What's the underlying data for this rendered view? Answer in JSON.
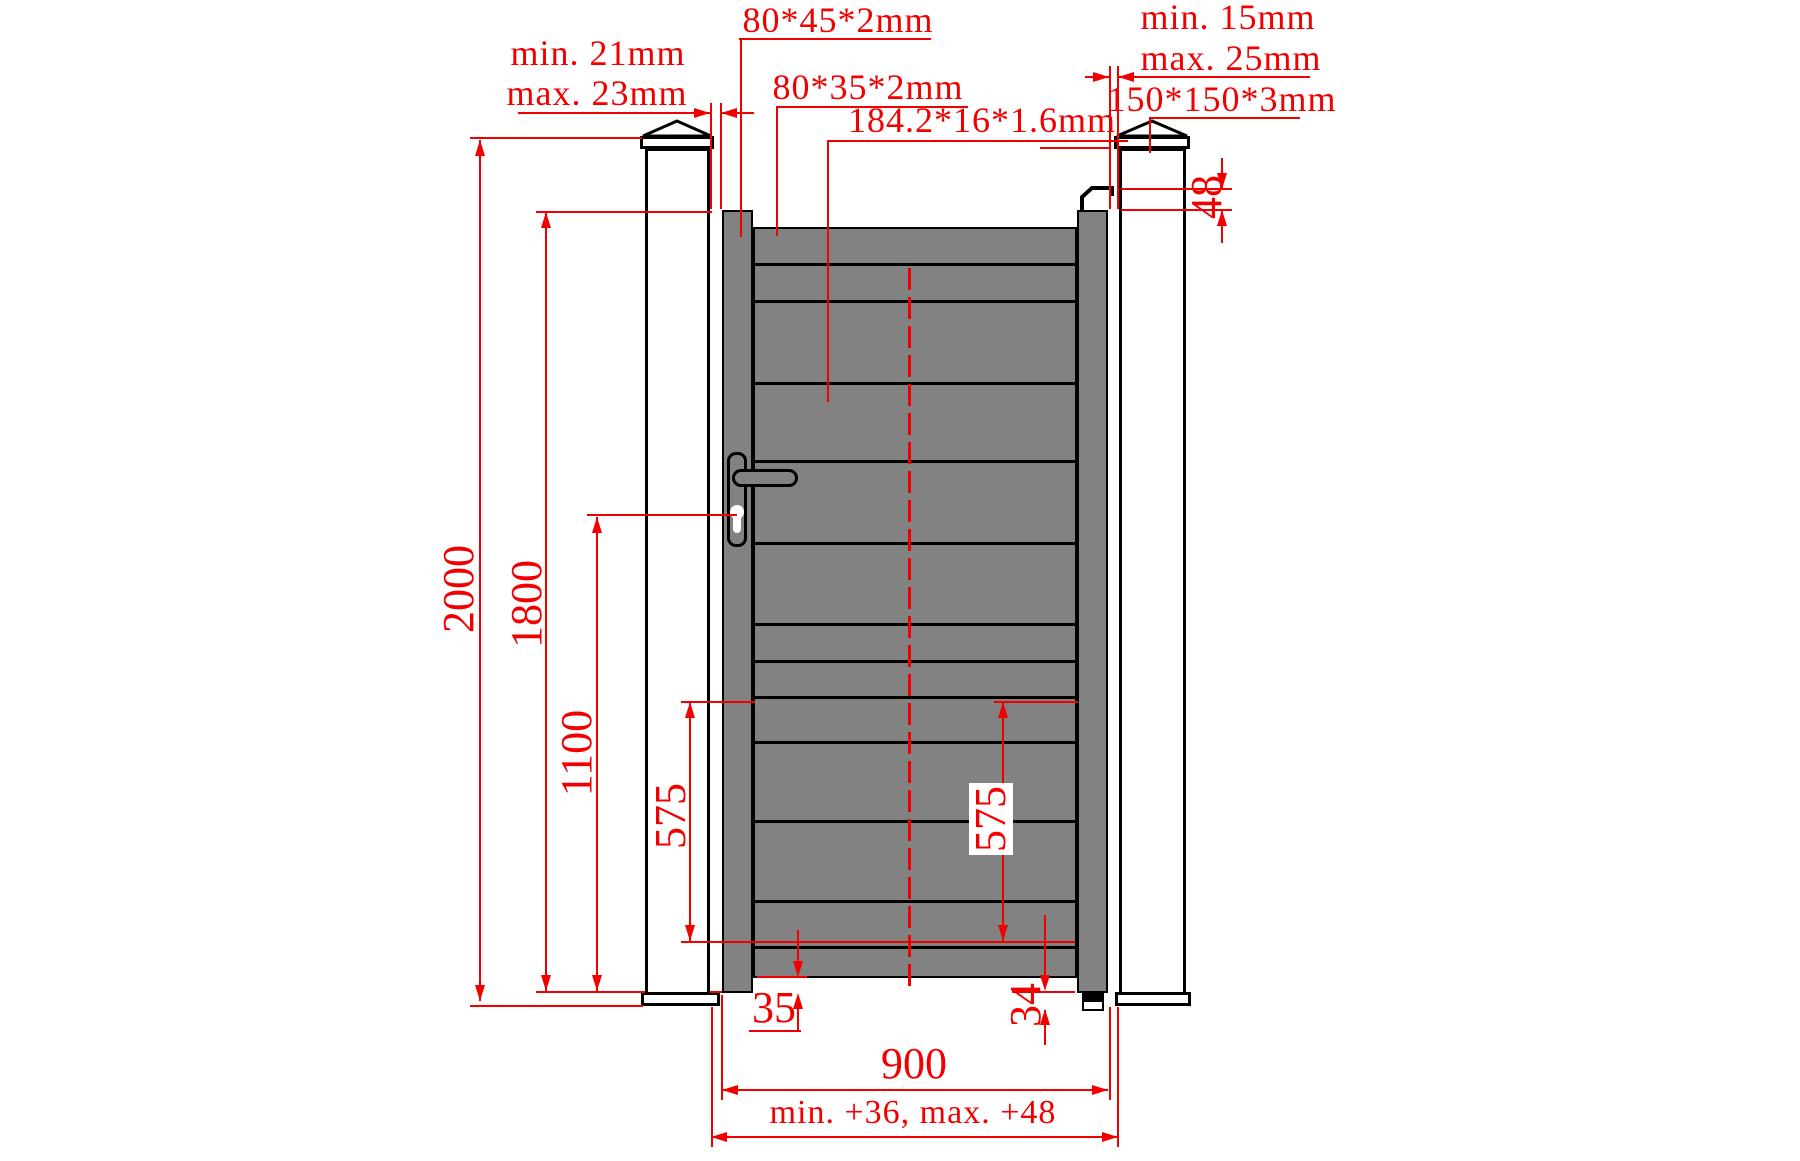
{
  "title": "Pedestrian gate installation drawing",
  "colors": {
    "dimension_red": "#f20000",
    "panel_gray": "#828282",
    "outline_black": "#000000",
    "background": "#ffffff"
  },
  "labels": {
    "gap_left_min": "min. 21mm",
    "gap_left_max": "max. 23mm",
    "stile_profile": "80*45*2mm",
    "rail_profile": "80*35*2mm",
    "board_profile": "184.2*16*1.6mm",
    "gap_right_min": "min. 15mm",
    "gap_right_max": "max. 25mm",
    "post_profile": "150*150*3mm"
  },
  "dimensions": {
    "overall_height": "2000",
    "gate_height": "1800",
    "lock_height": "1100",
    "lower_section_left": "575",
    "lower_section_right": "575",
    "hinge_top_offset": "48",
    "bottom_clearance_left": "35",
    "bottom_clearance_right": "34",
    "gate_width": "900",
    "clear_opening": "min. +36, max. +48"
  }
}
